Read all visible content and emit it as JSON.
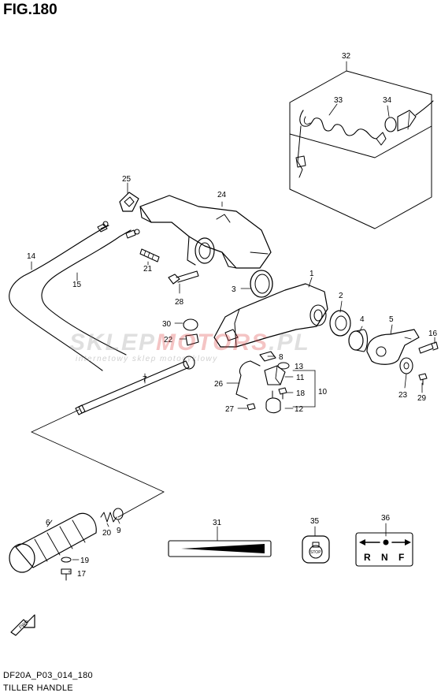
{
  "figure": {
    "title": "FIG.180",
    "code": "DF20A_P03_014_180",
    "name": "TILLER HANDLE"
  },
  "watermark": {
    "brand_prefix": "SKLEP",
    "brand_accent": "MOTORS",
    "brand_suffix": ".PL",
    "subtitle": "internetowy sklep motocyklowy"
  },
  "callouts": [
    "1",
    "2",
    "3",
    "4",
    "5",
    "6",
    "7",
    "8",
    "9",
    "10",
    "11",
    "12",
    "13",
    "14",
    "15",
    "16",
    "17",
    "18",
    "19",
    "20",
    "21",
    "22",
    "23",
    "24",
    "25",
    "26",
    "27",
    "28",
    "29",
    "30",
    "31",
    "32",
    "33",
    "34",
    "35",
    "36"
  ],
  "decals": {
    "stop_text": "STOP",
    "shift_letters": [
      "R",
      "N",
      "F"
    ],
    "fwd_text": "FWD"
  },
  "colors": {
    "line": "#000000",
    "watermark_gray": "#969696",
    "watermark_red": "#dc3c3c"
  }
}
